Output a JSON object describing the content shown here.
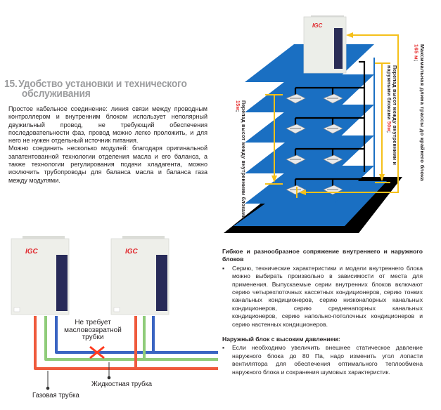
{
  "section": {
    "number": "15.",
    "title_line1": "Удобство установки и технического",
    "title_line2": "обслуживания",
    "paragraphs": [
      "Простое кабельное соединение: линия связи между проводным контроллером и внутренним блоком использует неполярный двужильный провод, не требующий обеспечения последовательности фаз, провод можно легко проложить, и для него не нужен отдельный источник питания.",
      "Можно соединить несколько модулей: благодаря оригинальной запатентованной технологии отделения масла и его баланса, а также технологии регулирования подачи хладагента, можно исключить трубопроводы для баланса масла и баланса газа между модулями."
    ]
  },
  "building_diagram": {
    "brand": "IGC",
    "label_max_length_prefix": "Максимальная длина трассы до крайнего блока ",
    "label_max_length_value": "165 м",
    "label_max_length_suffix": ";",
    "label_outdoor_indoor_prefix": "Перепад высот между внутренними и наружными блоками ",
    "label_outdoor_indoor_value": "50м",
    "label_outdoor_indoor_suffix": ";",
    "label_indoor_indoor_prefix": "Перепад высот между внутренними блоками ",
    "label_indoor_indoor_value": "15м",
    "label_indoor_indoor_suffix": ";",
    "colors": {
      "floor": "#1a6fc2",
      "ground": "#000000",
      "measure": "#f5c01a",
      "accent": "#e62b2b"
    }
  },
  "units_diagram": {
    "brand": "IGC",
    "no_return_note": [
      "Не требует",
      "масловозвратной",
      "трубки"
    ],
    "gas_pipe_label": "Газовая трубка",
    "liquid_pipe_label": "Жидкостная трубка",
    "colors": {
      "gas": "#ef5a3c",
      "liquid": "#8fcc7a",
      "oil": "#3a64c2",
      "cross": "#ff3b1f"
    }
  },
  "right_text": {
    "block1_title": "Гибкое и разнообразное сопряжение внутреннего и наружного блоков",
    "block1_bullet": "Серию, технические характеристики и модели внутреннего блока можно выбирать произвольно в зависимости от места для применения. Выпускаемые серии внутренних блоков включают серию четырехпоточных кассетных кондиционеров, серию тонких канальных кондиционеров, серию низконапорных канальных кондиционеров, серию средненапорных канальных кондиционеров, серию напольно-потолочных кондиционеров и серию настенных кондиционеров.",
    "block2_title": "Наружный блок с высоким давлением:",
    "block2_bullet": "Если необходимо увеличить внешнее статическое давление наружного блока до 80 Па, надо изменить угол лопасти вентилятора для обеспечения оптимального теплообмена наружного блока и сохранения шумовых характеристик.",
    "bullet_mark": "▪"
  }
}
